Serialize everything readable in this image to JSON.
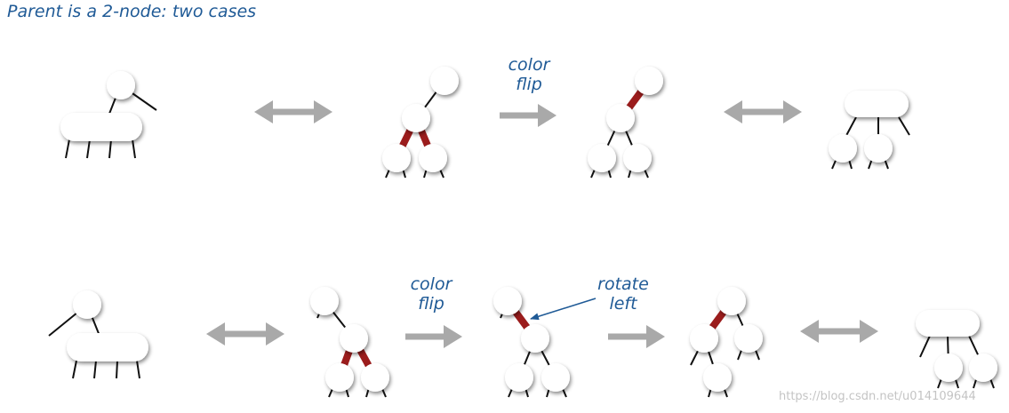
{
  "title": "Parent is a 2-node:  two cases",
  "labels": {
    "top_color_flip": [
      "color",
      "flip"
    ],
    "bottom_color_flip": [
      "color",
      "flip"
    ],
    "rotate_left": [
      "rotate",
      "left"
    ]
  },
  "watermark": "https://blog.csdn.net/u014109644",
  "colors": {
    "red_link": "#9b1c1c",
    "arrow": "#a9a9a9",
    "text": "#1f5a96",
    "node_fill": "#ffffff",
    "link": "#111111"
  }
}
